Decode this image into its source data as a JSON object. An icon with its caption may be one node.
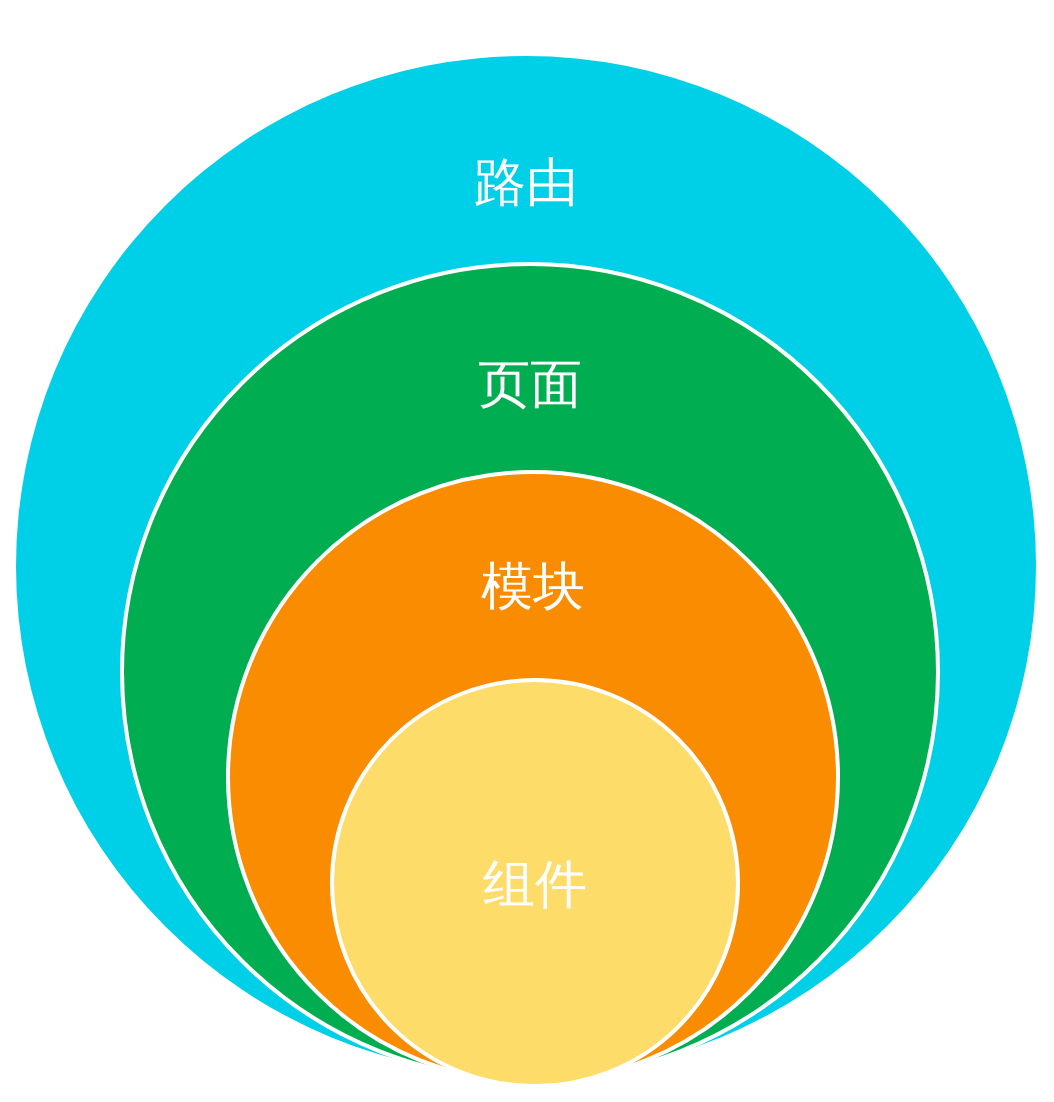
{
  "diagram": {
    "nodes": [
      {
        "text": [
          "路由"
        ]
      },
      {
        "text": [
          "页面"
        ],
        "in": 0
      },
      {
        "text": [
          "模块"
        ],
        "in": 1
      },
      {
        "text": [
          "组件"
        ],
        "in": 2
      }
    ]
  }
}
